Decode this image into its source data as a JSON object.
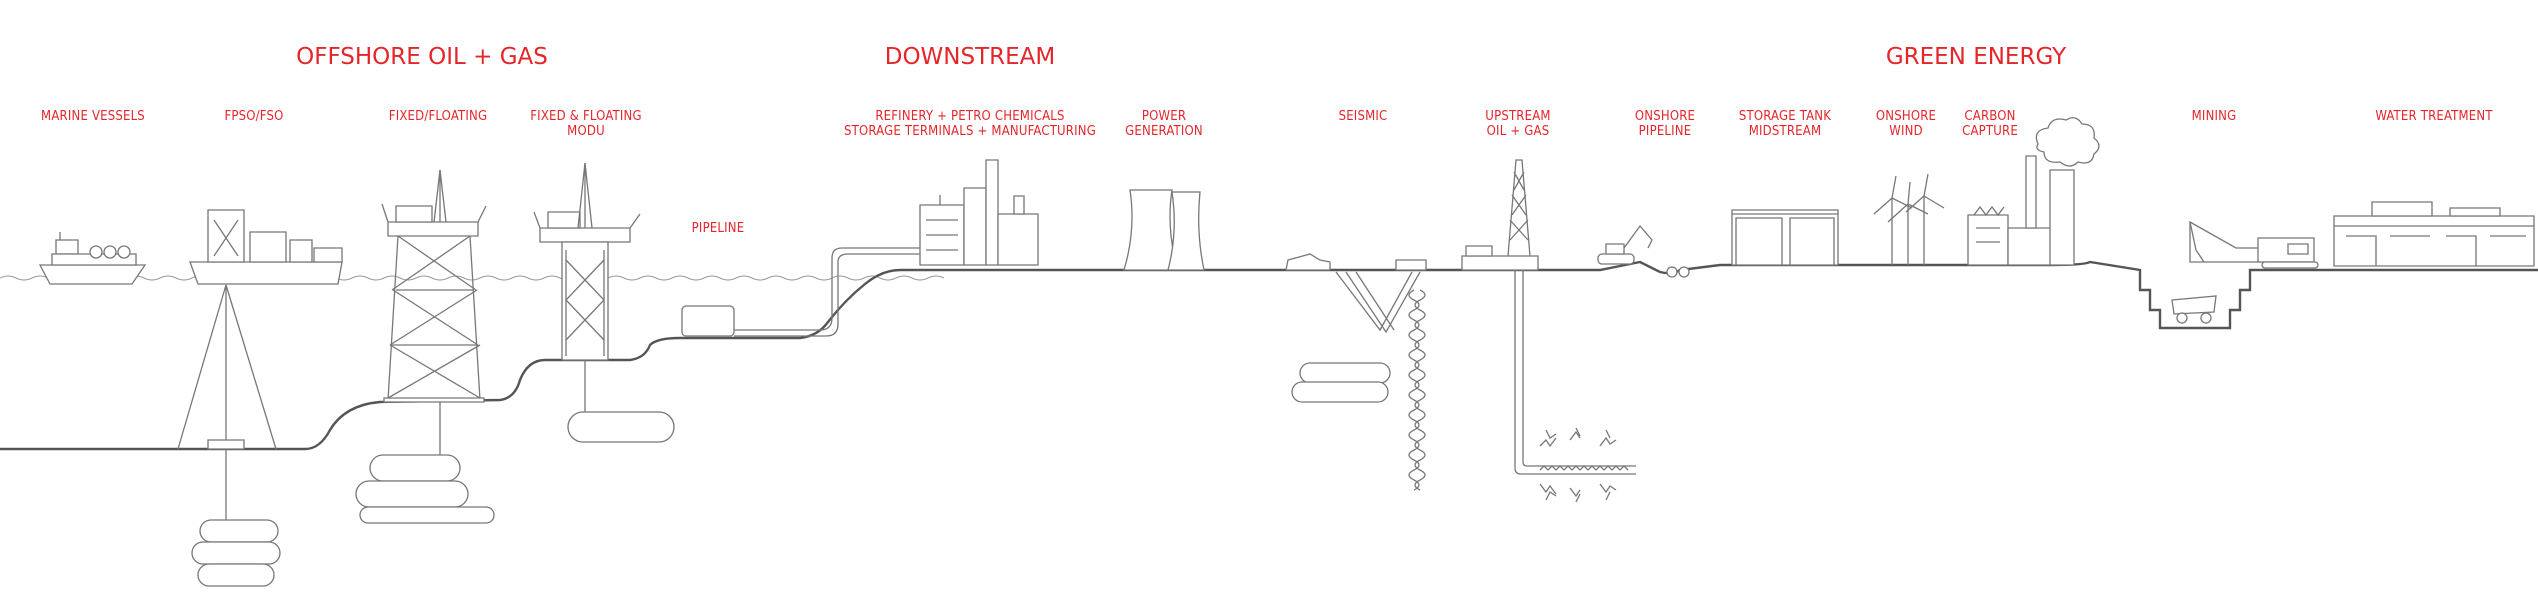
{
  "sections": {
    "offshore": "OFFSHORE OIL + GAS",
    "downstream": "DOWNSTREAM",
    "green": "GREEN ENERGY"
  },
  "labels": {
    "marine_vessels": "MARINE VESSELS",
    "fpso": "FPSO/FSO",
    "fixed_floating": "FIXED/FLOATING",
    "modu_1": "FIXED & FLOATING",
    "modu_2": "MODU",
    "pipeline": "PIPELINE",
    "refinery_1": "REFINERY + PETRO CHEMICALS",
    "refinery_2": "STORAGE TERMINALS + MANUFACTURING",
    "power_1": "POWER",
    "power_2": "GENERATION",
    "seismic": "SEISMIC",
    "upstream_1": "UPSTREAM",
    "upstream_2": "OIL + GAS",
    "onshore_pipeline_1": "ONSHORE",
    "onshore_pipeline_2": "PIPELINE",
    "storage_1": "STORAGE TANK",
    "storage_2": "MIDSTREAM",
    "wind_1": "ONSHORE",
    "wind_2": "WIND",
    "carbon_1": "CARBON",
    "carbon_2": "CAPTURE",
    "mining": "MINING",
    "water": "WATER TREATMENT"
  },
  "colors": {
    "label": "#e4262b",
    "line": "#777777",
    "ground": "#555555"
  }
}
